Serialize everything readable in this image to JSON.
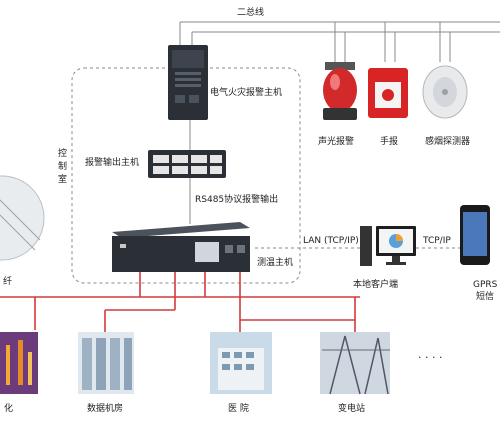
{
  "bus": {
    "label": "二总线"
  },
  "control_room": {
    "label": "控制室"
  },
  "devices": {
    "fire_alarm_host": "电气火灾报警主机",
    "alarm_output_host": "报警输出主机",
    "rs485_output": "RS485协议报警输出",
    "temp_host": "测温主机",
    "sound_light": "声光报警",
    "manual": "手报",
    "smoke_detector": "感烟探测器",
    "lan": "LAN (TCP/IP)",
    "tcpip": "TCP/IP",
    "local_client": "本地客户端",
    "gprs_top": "GPRS",
    "gprs_bottom": "短信",
    "fiber_partial": "纤"
  },
  "sites": {
    "left_partial": "化",
    "data_room": "数据机房",
    "hospital": "医  院",
    "substation": "变电站",
    "more": "· · · ·"
  },
  "colors": {
    "red_wire": "#d33a3a",
    "dashed": "#8a8a8a",
    "bus_line": "#888888",
    "device_dark": "#2b2f36"
  }
}
